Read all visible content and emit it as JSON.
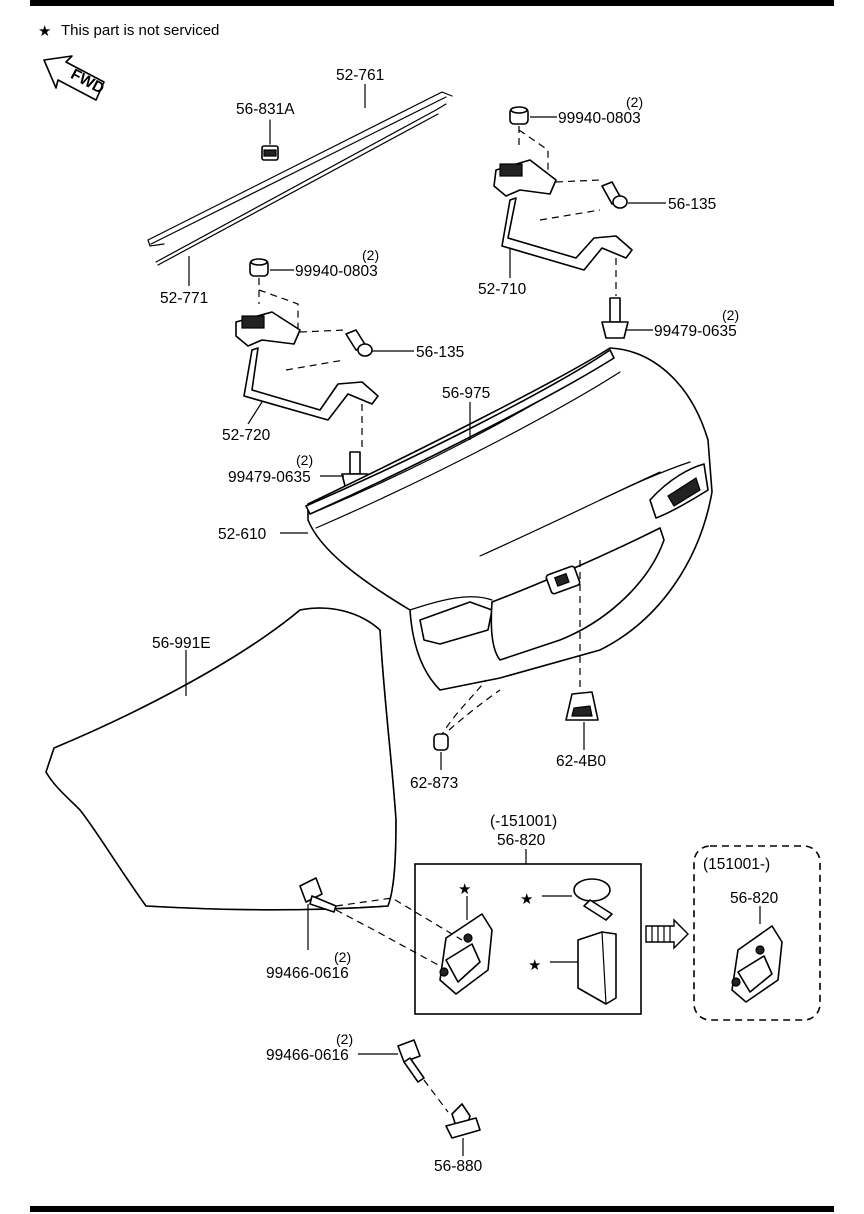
{
  "note": {
    "star": "★",
    "text": "This part is not serviced"
  },
  "fwd_label": "FWD",
  "labels": {
    "p52_761": "52-761",
    "p56_831A": "56-831A",
    "p52_771": "52-771",
    "p99940_top": "99940-0803",
    "p99940_top_qty": "(2)",
    "p56_135_top": "56-135",
    "p52_710": "52-710",
    "p99479_right": "99479-0635",
    "p99479_right_qty": "(2)",
    "p99940_left": "99940-0803",
    "p99940_left_qty": "(2)",
    "p56_135_left": "56-135",
    "p52_720": "52-720",
    "p99479_left": "99479-0635",
    "p99479_left_qty": "(2)",
    "p56_975": "56-975",
    "p52_610": "52-610",
    "p56_991E": "56-991E",
    "p62_873": "62-873",
    "p62_4B0": "62-4B0",
    "p56_820_range_a": "(-151001)",
    "p56_820_a": "56-820",
    "p56_820_range_b": "(151001-)",
    "p56_820_b": "56-820",
    "p99466_a": "99466-0616",
    "p99466_a_qty": "(2)",
    "p99466_b": "99466-0616",
    "p99466_b_qty": "(2)",
    "p56_880": "56-880"
  },
  "stars": {
    "s1": "★",
    "s2": "★",
    "s3": "★"
  }
}
